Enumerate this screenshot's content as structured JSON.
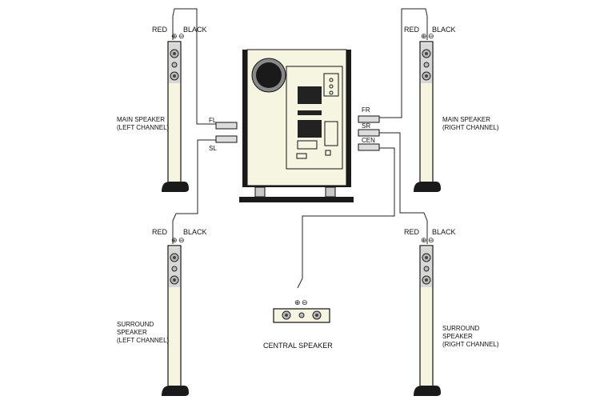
{
  "polarity": {
    "red": "RED",
    "black": "BLACK",
    "plus": "⊕",
    "minus": "⊖"
  },
  "speakers": {
    "main_left": [
      "MAIN SPEAKER",
      "(LEFT CHANNEL)"
    ],
    "main_right": [
      "MAIN SPEAKER",
      "(RIGHT CHANNEL)"
    ],
    "surround_left": [
      "SURROUND",
      "SPEAKER",
      "(LEFT CHANNEL)"
    ],
    "surround_right": [
      "SURROUND",
      "SPEAKER",
      "(RIGHT CHANNEL)"
    ],
    "central": "CENTRAL SPEAKER"
  },
  "connectors": {
    "fl": "FL",
    "sl": "SL",
    "fr": "FR",
    "sr": "SR",
    "cen": "CEN"
  },
  "colors": {
    "cabinet": "#f5f5e2",
    "dark": "#1a1a1a",
    "metal": "#c8c8c8"
  }
}
